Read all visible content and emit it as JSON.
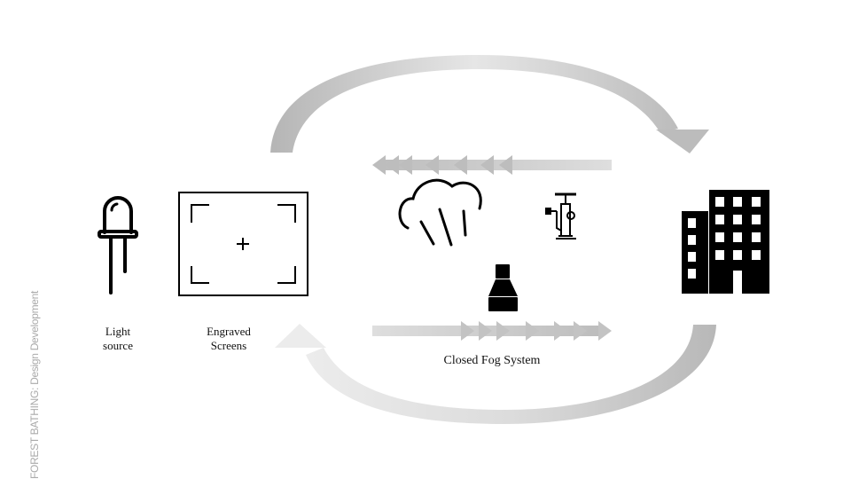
{
  "footer": {
    "side_caption": "FOREST BATHING: Design Development"
  },
  "labels": {
    "light_source_line1": "Light",
    "light_source_line2": "source",
    "engraved_line1": "Engraved",
    "engraved_line2": "Screens",
    "fog_system": "Closed Fog System"
  },
  "icons": [
    "led-icon",
    "engraved-screen-icon",
    "cloud-rain-icon",
    "air-pump-icon",
    "fog-nozzle-icon",
    "building-icon"
  ],
  "colors": {
    "arrow_dark": "#b0b0b0",
    "arrow_light": "#e8e8e8",
    "icon": "#000000",
    "caption": "#aaaaaa"
  }
}
